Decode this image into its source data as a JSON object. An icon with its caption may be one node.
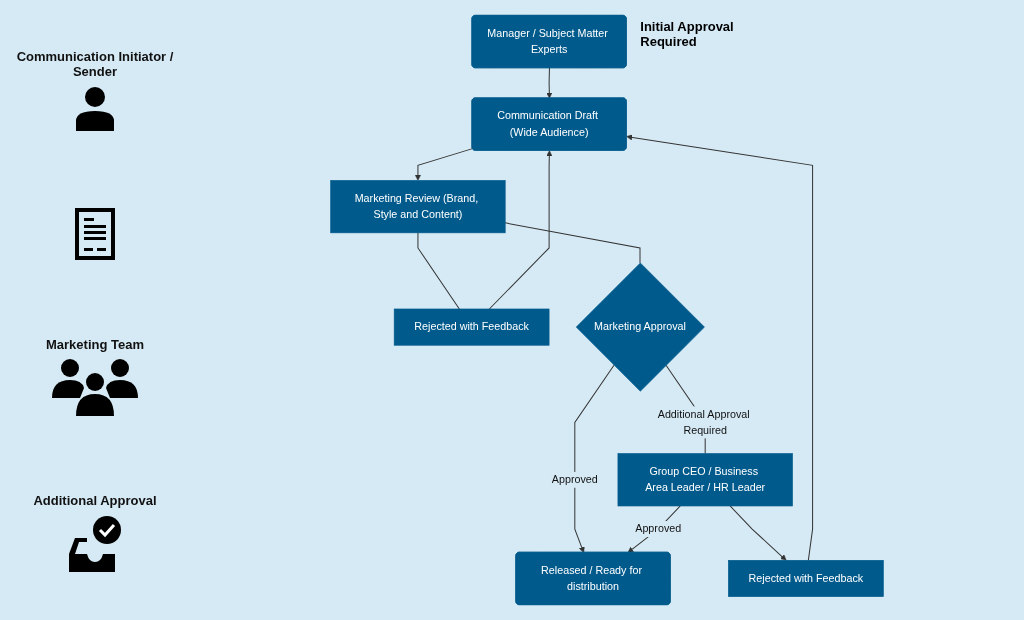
{
  "diagram": {
    "nodes": [
      {
        "text": [
          "Manager / Subject Matter Experts"
        ],
        "beside": [
          "Initial Approval Required"
        ]
      },
      {
        "text": [
          "Communication Draft (Wide Audience)"
        ]
      },
      {
        "text": [
          "Marketing Review (Brand, Style and Content)"
        ]
      },
      {
        "text": [
          "Rejected with Feedback"
        ]
      },
      {
        "text": [
          "Marketing Approval"
        ]
      },
      {
        "text": [
          "Released / Ready for distribution"
        ]
      },
      {
        "text": [
          "Group CEO / Business Area Leader / HR Leader"
        ]
      },
      {
        "text": [
          "Rejected with Feedback"
        ]
      }
    ],
    "edges": [
      {
        "from": 0,
        "to": 1,
        "arrow": "to"
      },
      {
        "from": 1,
        "to": 2,
        "arrow": "to"
      },
      {
        "from": 2,
        "to": 3,
        "arrow": "none"
      },
      {
        "from": 3,
        "to": 1,
        "arrow": "to"
      },
      {
        "from": 2,
        "to": 4,
        "arrow": "none"
      },
      {
        "from": 4,
        "to": 5,
        "arrow": "to",
        "label": "Approved"
      },
      {
        "from": 4,
        "to": 6,
        "arrow": "none",
        "label": "Additional Approval Required"
      },
      {
        "from": 6,
        "to": 7,
        "arrow": "to"
      },
      {
        "from": 6,
        "to": 5,
        "arrow": "to",
        "label": "Approved"
      },
      {
        "from": 7,
        "to": 1,
        "arrow": "to"
      }
    ],
    "labels": [
      "Communication Initiator / Sender",
      "Marketing Team",
      "Additional Approval"
    ]
  }
}
